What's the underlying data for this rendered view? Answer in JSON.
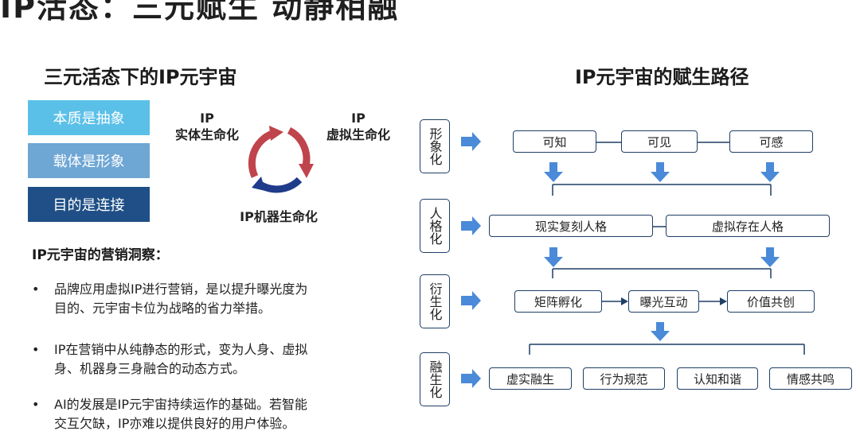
{
  "title": "IP活态：三元赋生 动静相融",
  "left": {
    "heading": "三元活态下的IP元宇宙",
    "boxes": [
      {
        "label": "本质是抽象",
        "color": "#5bc0e8"
      },
      {
        "label": "载体是形象",
        "color": "#6ea6d4"
      },
      {
        "label": "目的是连接",
        "color": "#1f4f86"
      }
    ],
    "cycle": {
      "top_left": [
        "IP",
        "实体生命化"
      ],
      "top_right": [
        "IP",
        "虚拟生命化"
      ],
      "bottom": "IP机器生命化",
      "colors": {
        "arc_red": "#c0444b",
        "arc_blue": "#1f3b8a"
      }
    },
    "insight_heading": "IP元宇宙的营销洞察：",
    "bullets": [
      [
        "品牌应用虚拟IP进行营销，是以提升曝光度为",
        "目的、元宇宙卡位为战略的省力举措。"
      ],
      [
        "IP在营销中从纯静态的形式，变为人身、虚拟",
        "身、机器身三身融合的动态方式。"
      ],
      [
        "AI的发展是IP元宇宙持续运作的基础。若智能",
        "交互欠缺，IP亦难以提供良好的用户体验。"
      ]
    ],
    "bullet_symbol": "•"
  },
  "right": {
    "heading": "IP元宇宙的赋生路径",
    "rows": [
      {
        "side": "形象化",
        "nodes": [
          "可知",
          "可见",
          "可感"
        ]
      },
      {
        "side": "人格化",
        "nodes": [
          "现实复刻人格",
          "虚拟存在人格"
        ]
      },
      {
        "side": "衍生化",
        "nodes": [
          "矩阵孵化",
          "曝光互动",
          "价值共创"
        ]
      },
      {
        "side": "融生化",
        "nodes": [
          "虚实融生",
          "行为规范",
          "认知和谐",
          "情感共鸣"
        ]
      }
    ],
    "colors": {
      "arrow": "#4a8ad8",
      "line": "#1f3f66"
    }
  }
}
